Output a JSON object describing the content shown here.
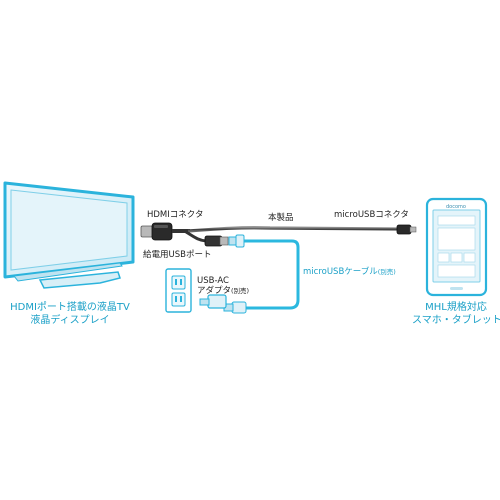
{
  "labels": {
    "hdmi_connector": "HDMIコネクタ",
    "product": "本製品",
    "micro_usb_connector": "microUSBコネクタ",
    "power_usb_port": "給電用USBポート",
    "micro_usb_cable": "microUSBケーブル",
    "micro_usb_cable_note": "(別売)",
    "usb_ac": "USB-AC",
    "adapter": "アダプタ",
    "adapter_note": "(別売)"
  },
  "captions": {
    "tv_line1": "HDMIポート搭載の液晶TV",
    "tv_line2": "液晶ディスプレイ",
    "phone_line1": "MHL規格対応",
    "phone_line2": "スマホ・タブレット"
  },
  "phone_screen_text": "docomo",
  "colors": {
    "accent": "#1aa0c7",
    "cable_blue": "#2bb8df",
    "device_fill": "#dff1f8",
    "text": "#1f1f1f"
  }
}
